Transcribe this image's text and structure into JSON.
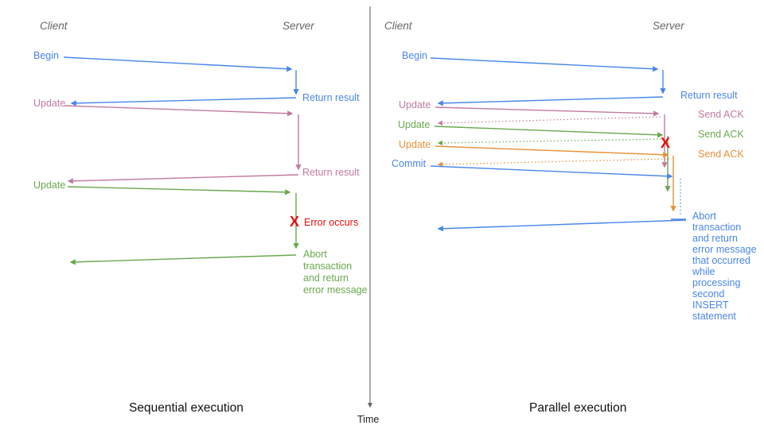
{
  "colors": {
    "blue": "#4a86e8",
    "pink": "#c27ba0",
    "green": "#6aa84f",
    "orange": "#e69138",
    "red": "#ea0c0c",
    "axis_gray": "#666666",
    "caption_black": "#111111"
  },
  "time_axis": {
    "label": "Time"
  },
  "left": {
    "caption": "Sequential execution",
    "client_header": "Client",
    "server_header": "Server",
    "labels": {
      "begin": "Begin",
      "return_result_1": "Return result",
      "update_1": "Update",
      "return_result_2": "Return result",
      "update_2": "Update",
      "error_mark": "X",
      "error_text": "Error occurs",
      "abort_text": "Abort\ntransaction\nand return\nerror message"
    }
  },
  "right": {
    "caption": "Parallel execution",
    "client_header": "Client",
    "server_header": "Server",
    "labels": {
      "begin": "Begin",
      "return_result": "Return result",
      "update_1": "Update",
      "send_ack_1": "Send ACK",
      "update_2": "Update",
      "send_ack_2": "Send ACK",
      "update_3": "Update",
      "send_ack_3": "Send ACK",
      "commit": "Commit",
      "error_mark": "X",
      "abort_text": "Abort\ntransaction\nand return\nerror message\nthat occurred\nwhile\nprocessing\nsecond\nINSERT\nstatement"
    }
  }
}
